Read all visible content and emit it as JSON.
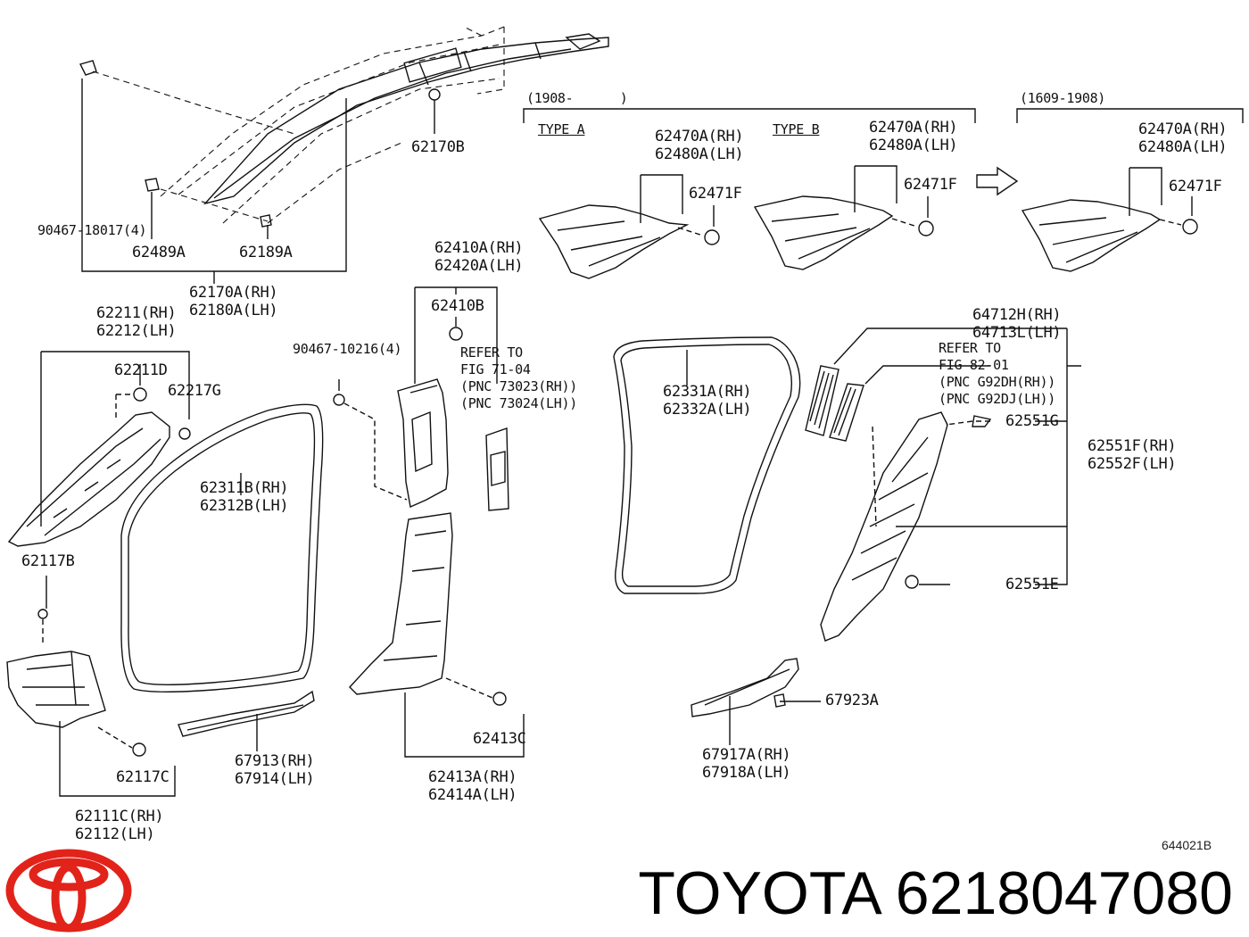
{
  "labels": {
    "l_90467_18017": "90467-18017(4)",
    "l_62489A": "62489A",
    "l_62189A": "62189A",
    "l_62170A_rh": "62170A(RH)",
    "l_62180A_lh": "62180A(LH)",
    "l_62170B": "62170B",
    "l_62211_rh": "62211(RH)",
    "l_62212_lh": "62212(LH)",
    "l_62211D": "62211D",
    "l_62217G": "62217G",
    "l_62117B": "62117B",
    "l_62117C": "62117C",
    "l_62111C_rh": "62111C(RH)",
    "l_62112_lh": "62112(LH)",
    "l_62311B_rh": "62311B(RH)",
    "l_62312B_lh": "62312B(LH)",
    "l_67913_rh": "67913(RH)",
    "l_67914_lh": "67914(LH)",
    "l_90467_10216": "90467-10216(4)",
    "l_62410A_rh": "62410A(RH)",
    "l_62420A_lh": "62420A(LH)",
    "l_62410B": "62410B",
    "l_refer1_a": "REFER TO",
    "l_refer1_b": "FIG 71-04",
    "l_refer1_c": "(PNC 73023(RH))",
    "l_refer1_d": "(PNC 73024(LH))",
    "l_62413C": "62413C",
    "l_62413A_rh": "62413A(RH)",
    "l_62414A_lh": "62414A(LH)",
    "l_range1": "(1908-      )",
    "l_typeA": "TYPE A",
    "l_typeB": "TYPE B",
    "l_62470A_rh_1": "62470A(RH)",
    "l_62480A_lh_1": "62480A(LH)",
    "l_62471F_1": "62471F",
    "l_62470A_rh_2": "62470A(RH)",
    "l_62480A_lh_2": "62480A(LH)",
    "l_62471F_2": "62471F",
    "l_range2": "(1609-1908)",
    "l_62470A_rh_3": "62470A(RH)",
    "l_62480A_lh_3": "62480A(LH)",
    "l_62471F_3": "62471F",
    "l_62331A_rh": "62331A(RH)",
    "l_62332A_lh": "62332A(LH)",
    "l_64712H_rh": "64712H(RH)",
    "l_64713L_lh": "64713L(LH)",
    "l_refer2_a": "REFER TO",
    "l_refer2_b": "FIG 82-01",
    "l_refer2_c": "(PNC G92DH(RH))",
    "l_refer2_d": "(PNC G92DJ(LH))",
    "l_62551G": "62551G",
    "l_62551F_rh": "62551F(RH)",
    "l_62552F_lh": "62552F(LH)",
    "l_62551E": "62551E",
    "l_67923A": "67923A",
    "l_67917A_rh": "67917A(RH)",
    "l_67918A_lh": "67918A(LH)"
  },
  "footer": {
    "diagram_code": "644021B",
    "brand_text": "TOYOTA 6218047080"
  },
  "colors": {
    "logo_red": "#e2231a",
    "line": "#111111"
  }
}
